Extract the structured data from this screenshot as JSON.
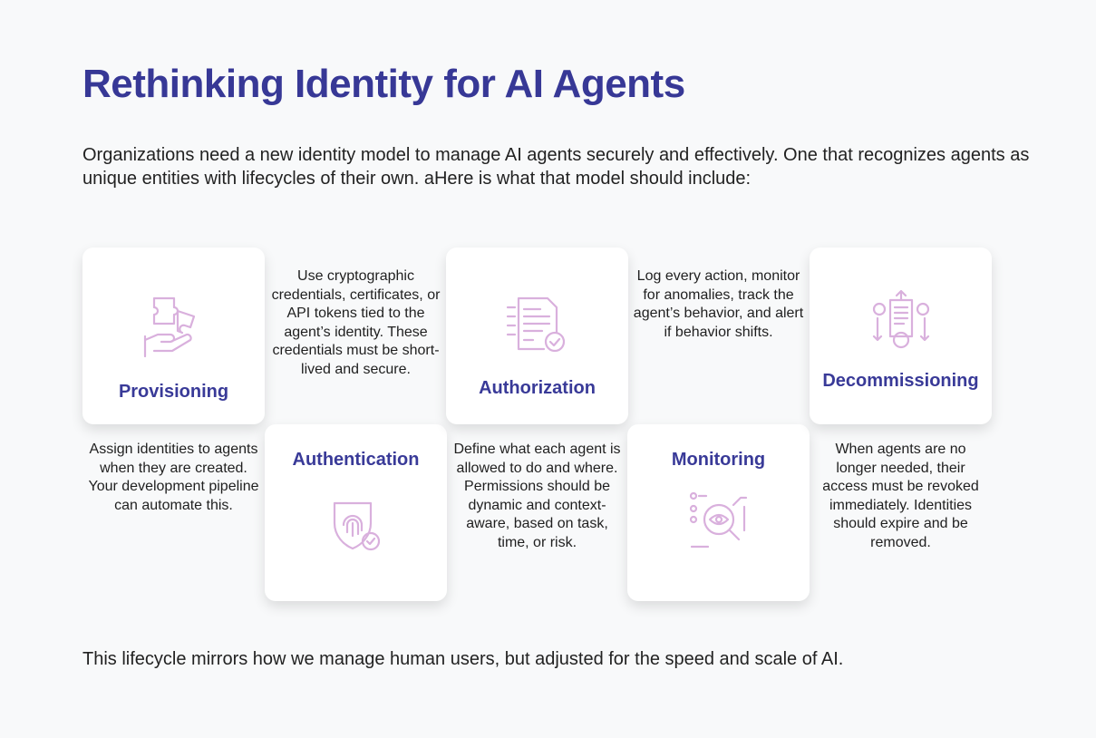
{
  "title": "Rethinking Identity for AI Agents",
  "intro": "Organizations need a new identity model to manage AI agents securely and effectively. One that recognizes agents as unique entities with lifecycles of their own.  aHere is what that model should include:",
  "stages": [
    {
      "name": "Provisioning",
      "icon": "puzzle-hand-icon",
      "description": "Assign identities to agents when they are created. Your development pipeline can automate this."
    },
    {
      "name": "Authentication",
      "icon": "fingerprint-shield-icon",
      "description": "Use cryptographic credentials, certificates, or API tokens tied to the agent’s identity. These credentials must be short-lived and secure."
    },
    {
      "name": "Authorization",
      "icon": "document-check-icon",
      "description": "Define what each agent is allowed to do and where. Permissions should be dynamic and context-aware, based on task, time, or risk."
    },
    {
      "name": "Monitoring",
      "icon": "eye-magnifier-icon",
      "description": "Log every action, monitor for anomalies, track the agent’s behavior, and alert if behavior shifts."
    },
    {
      "name": "Decommissioning",
      "icon": "document-gears-icon",
      "description": "When agents are no longer needed, their access must be revoked immediately. Identities should expire and be removed."
    }
  ],
  "outro": "This lifecycle mirrors how we manage human users, but adjusted for the speed and scale of AI.",
  "colors": {
    "heading": "#373896",
    "icon": "#d9b0dd"
  }
}
